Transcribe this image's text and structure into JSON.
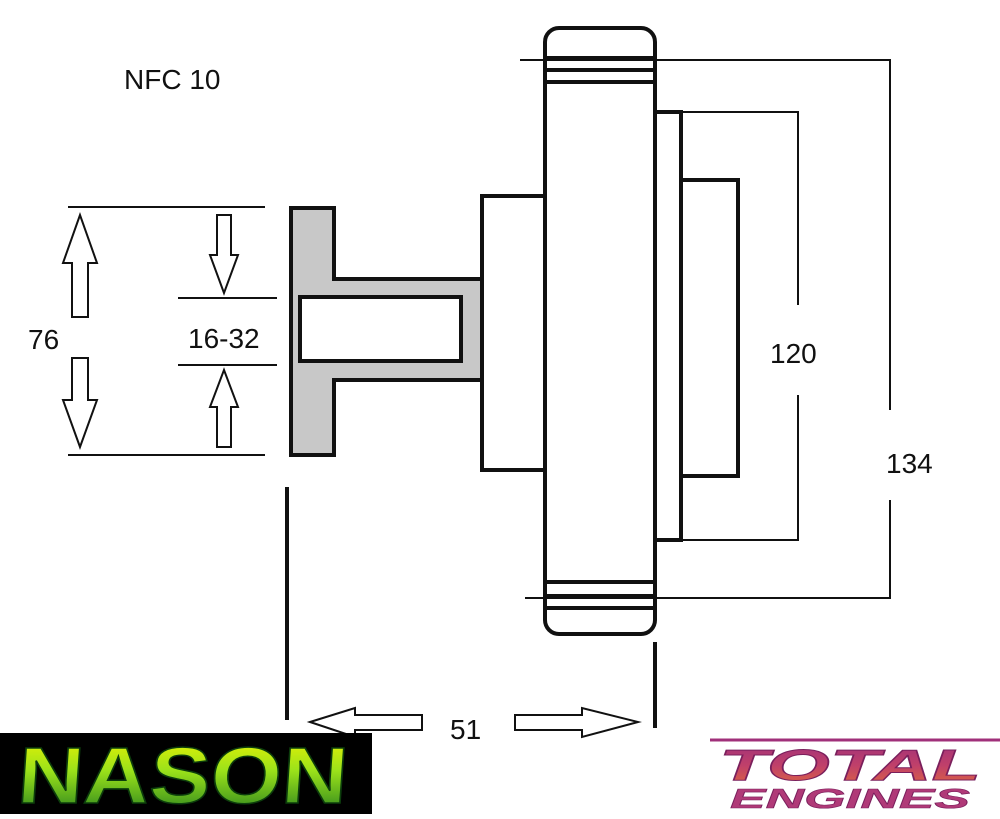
{
  "model_label": "NFC 10",
  "dimensions": {
    "shaft_height": "76",
    "bore": "16-32",
    "inner_diameter": "120",
    "outer_diameter": "134",
    "depth": "51"
  },
  "logos": {
    "nason": {
      "text": "NASON",
      "colors": [
        "#1f7a1f",
        "#33cc33",
        "#f5f500"
      ]
    },
    "total_engines": {
      "line1": "TOTAL",
      "line2": "ENGINES",
      "color": "#a0307a",
      "accent": "#e06a3a"
    }
  },
  "colors": {
    "line": "#111111",
    "hub_fill": "#c8c8c8"
  }
}
